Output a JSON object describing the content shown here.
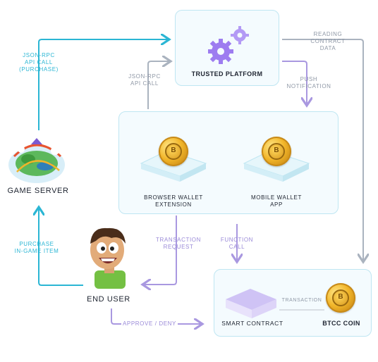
{
  "nodes": {
    "trusted_platform": "TRUSTED PLATFORM",
    "browser_wallet": [
      "BROWSER WALLET",
      "EXTENSION"
    ],
    "mobile_wallet": [
      "MOBILE WALLET",
      "APP"
    ],
    "game_server": "GAME SERVER",
    "end_user": "END USER",
    "smart_contract": "SMART CONTRACT",
    "btcc_coin": "BTCC COIN"
  },
  "flows": {
    "json_rpc_purchase": [
      "JSON-RPC",
      "API CALL",
      "(PURCHASE)"
    ],
    "json_rpc_api_call": [
      "JSON-RPC",
      "API CALL"
    ],
    "reading_contract_data": [
      "READING",
      "CONTRACT",
      "DATA"
    ],
    "push_notification": [
      "PUSH",
      "NOTIFICATION"
    ],
    "purchase_item": [
      "PURCHASE",
      "IN-GAME ITEM"
    ],
    "transaction_request": [
      "TRANSACTION",
      "REQUEST"
    ],
    "function_call": [
      "FUNCTION",
      "CALL"
    ],
    "transaction": "TRANSACTION",
    "approve_deny": "APPROVE / DENY"
  },
  "colors": {
    "teal": "#2bb6d4",
    "purple": "#9a8ad8",
    "grey": "#aab3bf",
    "box_border": "#bfe6f2"
  },
  "icons": [
    "gears-icon",
    "coin-icon",
    "game-world-icon",
    "user-avatar-icon",
    "cube-icon"
  ]
}
